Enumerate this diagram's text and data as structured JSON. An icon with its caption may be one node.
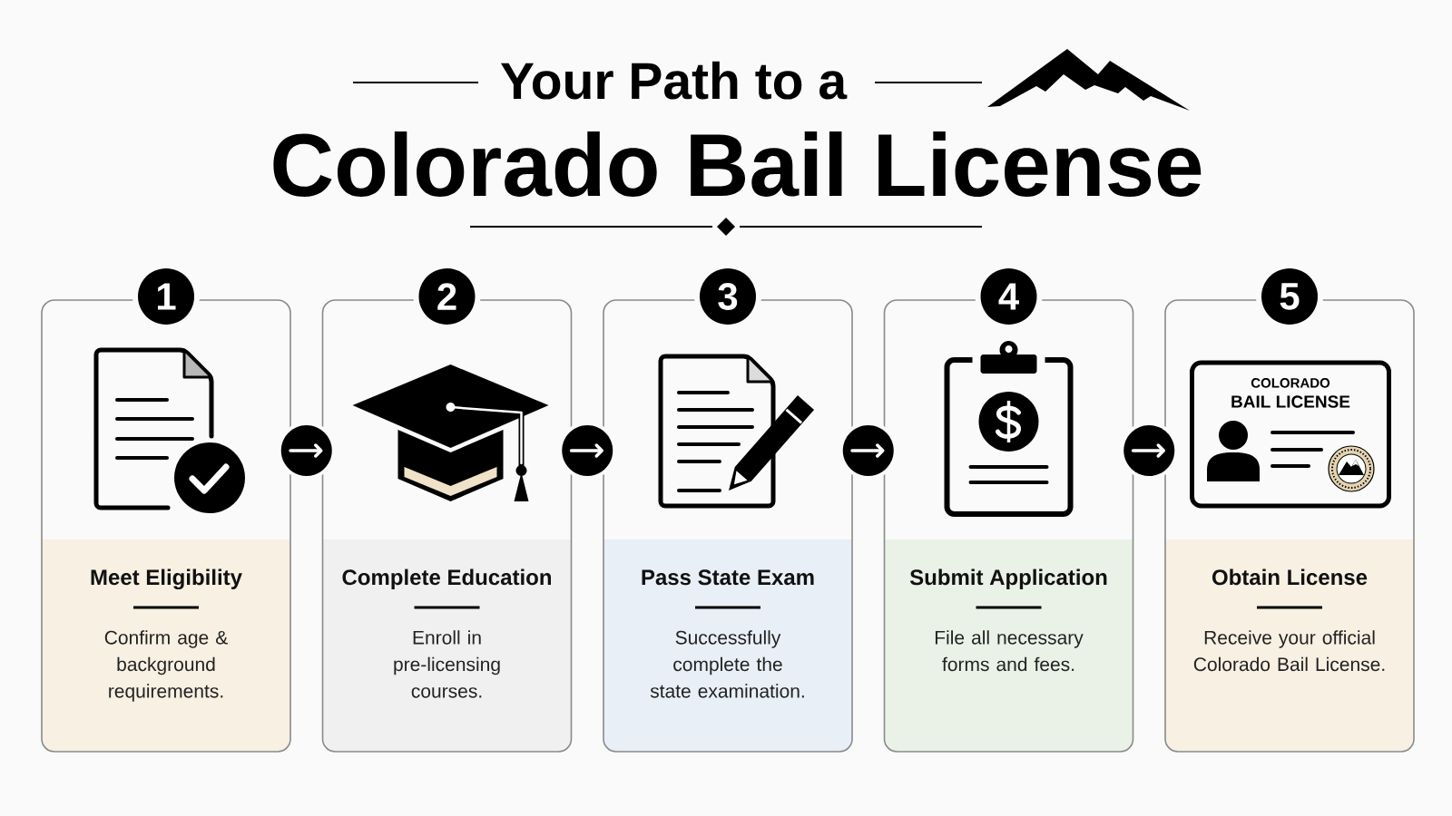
{
  "diagram": {
    "title": "Colorado Bail License",
    "nodes": [
      {
        "text": [
          "1"
        ]
      },
      {
        "text": [
          "Meet Eligibility",
          "Confirm age & background requirements."
        ]
      },
      {
        "text": [
          "2"
        ]
      },
      {
        "text": [
          "Complete Education",
          "Enroll in pre-licensing courses."
        ]
      },
      {
        "text": [
          "3"
        ]
      },
      {
        "text": [
          "Pass State Exam",
          "Successfully complete the state examination."
        ]
      },
      {
        "text": [
          "4"
        ]
      },
      {
        "text": [
          "Submit Application",
          "File all necessary forms and fees."
        ]
      },
      {
        "text": [
          "5"
        ]
      },
      {
        "text": [
          "Obtain License",
          "Receive your official Colorado Bail License."
        ]
      },
      {
        "text": [
          "COLORADO",
          "BAIL LICENSE"
        ],
        "in": 9
      }
    ],
    "edges": [
      {
        "from": 1,
        "to": 3,
        "arrow": "to"
      },
      {
        "from": 3,
        "to": 5,
        "arrow": "to"
      },
      {
        "from": 5,
        "to": 7,
        "arrow": "to"
      },
      {
        "from": 7,
        "to": 9,
        "arrow": "to"
      }
    ],
    "labels": [
      "Your Path to a"
    ]
  }
}
